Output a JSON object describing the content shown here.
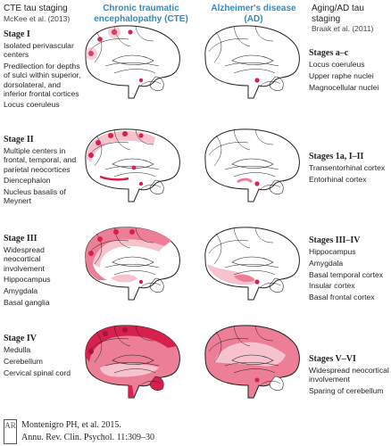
{
  "headers": {
    "left_title": "CTE tau staging",
    "left_sub": "McKee et al. (2013)",
    "cte_title": "Chronic traumatic encephalopathy (CTE)",
    "ad_title": "Alzheimer's disease (AD)",
    "right_title": "Aging/AD tau staging",
    "right_sub": "Braak et al. (2011)"
  },
  "cte_stages": [
    {
      "stage": "Stage I",
      "items": [
        "Isolated perivascular centers",
        "Predilection for depths of sulci within superior, dorsolateral, and inferior frontal cortices",
        "Locus coeruleus"
      ]
    },
    {
      "stage": "Stage II",
      "items": [
        "Multiple centers in frontal, temporal, and parietal neocortices",
        "Diencephalon",
        "Nucleus basalis of Meynert"
      ]
    },
    {
      "stage": "Stage III",
      "items": [
        "Widespread neocortical involvement",
        "Hippocampus",
        "Amygdala",
        "Basal ganglia"
      ]
    },
    {
      "stage": "Stage IV",
      "items": [
        "Medulla",
        "Cerebellum",
        "Cervical spinal cord"
      ]
    }
  ],
  "ad_stages": [
    {
      "stage": "Stages a–c",
      "items": [
        "Locus coeruleus",
        "Upper raphe nuclei",
        "Magnocellular nuclei"
      ]
    },
    {
      "stage": "Stages 1a, I–II",
      "items": [
        "Transentorhinal cortex",
        "Entorhinal cortex"
      ]
    },
    {
      "stage": "Stages III–IV",
      "items": [
        "Hippocampus",
        "Amygdala",
        "Basal temporal cortex",
        "Insular cortex",
        "Basal frontal cortex"
      ]
    },
    {
      "stage": "Stages V–VI",
      "items": [
        "Widespread neocortical involvement",
        "Sparing of cerebellum"
      ]
    }
  ],
  "footer": {
    "logo_text": "AR",
    "citation_line1": "Montenigro PH, et al. 2015.",
    "citation_line2": "Annu. Rev. Clin. Psychol. 11:309–30"
  },
  "colors": {
    "header_blue": "#2c8cc4",
    "tau_dark": "#d6204d",
    "tau_medium": "#ec7f97",
    "tau_light": "#f6c2cd",
    "outline": "#231f20"
  }
}
